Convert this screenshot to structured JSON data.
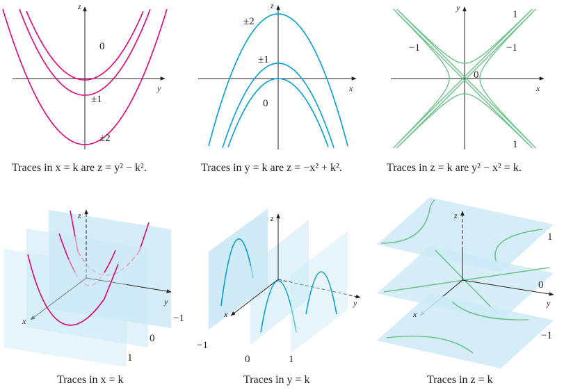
{
  "panels": {
    "top_left": {
      "caption": "Traces in x = k are z = y² − k².",
      "axes": {
        "z": "z",
        "y": "y"
      },
      "curve_labels": [
        "0",
        "±1",
        "±2"
      ],
      "curve_color": "#e6007e"
    },
    "top_middle": {
      "caption": "Traces in y = k are z = −x² + k².",
      "axes": {
        "z": "z",
        "x": "x"
      },
      "curve_labels": [
        "±2",
        "±1",
        "0"
      ],
      "curve_color": "#00a0dc"
    },
    "top_right": {
      "caption": "Traces in z = k are y² − x² = k.",
      "axes": {
        "y": "y",
        "x": "x"
      },
      "curve_labels": [
        "1",
        "−1",
        "−1",
        "0",
        "1"
      ],
      "curve_color": "#6cc28a"
    },
    "bottom_left": {
      "caption": "Traces in x = k",
      "axes": {
        "z": "z",
        "y": "y",
        "x": "x"
      },
      "plane_labels": [
        "−1",
        "0",
        "1"
      ]
    },
    "bottom_middle": {
      "caption": "Traces in y = k",
      "axes": {
        "z": "z",
        "y": "y",
        "x": "x"
      },
      "plane_labels": [
        "−1",
        "0",
        "1"
      ]
    },
    "bottom_right": {
      "caption": "Traces in z = k",
      "axes": {
        "z": "z",
        "y": "y",
        "x": "x"
      },
      "plane_labels": [
        "1",
        "0",
        "−1"
      ]
    }
  },
  "colors": {
    "magenta": "#e6007e",
    "cyan": "#00a0dc",
    "green": "#6cc28a",
    "plane_fill": "#cdeaf7",
    "axis": "#231f20"
  }
}
